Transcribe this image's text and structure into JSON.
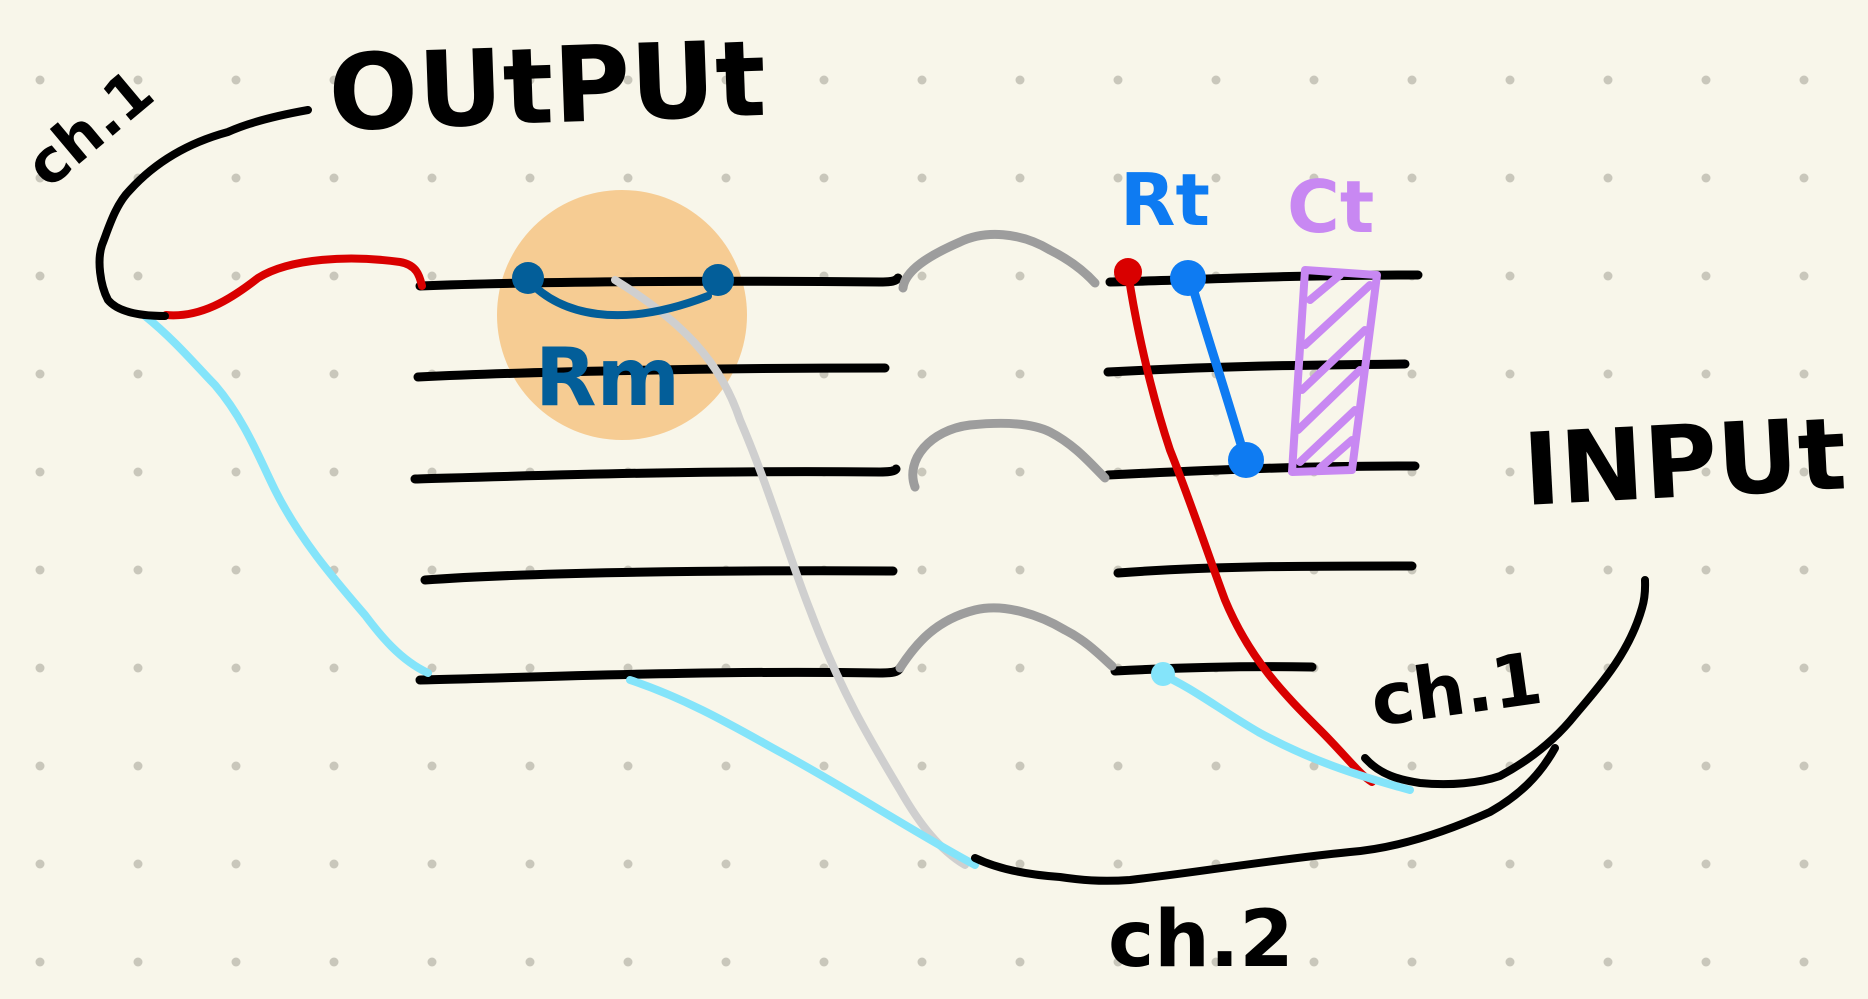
{
  "labels": {
    "output": "OUtPUt",
    "input": "INPUt",
    "ch1_left": "ch.1",
    "ch1_right": "ch.1",
    "ch2": "ch.2",
    "rm": "Rm",
    "rt": "Rt",
    "ct": "Ct"
  },
  "colors": {
    "background": "#f8f6ea",
    "dots": "#c9c7bb",
    "black_wire": "#000000",
    "red_wire": "#d90000",
    "cyan_wire": "#84e4fa",
    "gray_jumper": "#9d9d9d",
    "light_gray_wire": "#cfcfcf",
    "rm_resistor": "#035e99",
    "rm_highlight": "#f6c98e",
    "rt_resistor": "#0e7bf2",
    "ct_capacitor": "#c888f2"
  }
}
